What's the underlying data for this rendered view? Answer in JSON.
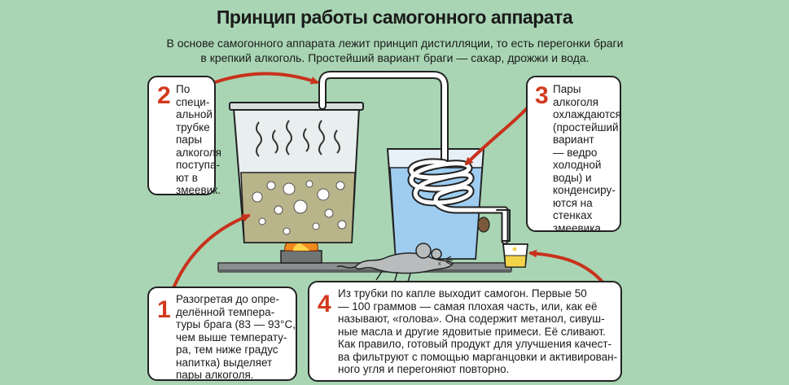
{
  "title": "Принцип работы самогонного аппарата",
  "subtitle": "В основе самогонного аппарата лежит принцип дистилляции, то есть перегонки браги\nв крепкий алкоголь. Простейший вариант браги — сахар, дрожжи и вода.",
  "steps": [
    {
      "number": "1",
      "text": "Разогретая до опре-\nделённой темпера-\nтуры брага (83 — 93°С,\nчем выше температу-\nра, тем ниже градус\nнапитка) выделяет\nпары алкоголя."
    },
    {
      "number": "2",
      "text": "По\nспеци-\nальной\nтрубке\nпары\nалкоголя\nпоступа-\nют в\nзмеевик."
    },
    {
      "number": "3",
      "text": "Пары\nалкоголя\nохлаждаются\n(простейший\nвариант\n— ведро\nхолодной\nводы) и\nконденсиру-\nются на\nстенках\nзмеевика."
    },
    {
      "number": "4",
      "text": "Из трубки по капле выходит самогон. Первые 50\n— 100 граммов — самая плохая часть, или, как её\nназывают, «голова». Она содержит метанол, сивуш-\nные масла и другие ядовитые примеси. Её сливают.\nКак правило, готовый продукт для улучшения качест-\nва фильтруют с помощью марганцовки и активирован-\nного угля и перегоняют повторно."
    }
  ],
  "colors": {
    "background": "#a9d5b4",
    "accent_number": "#d23a1e",
    "arrow": "#c8321c",
    "mash": "#b9b48a",
    "water": "#9ecdf0",
    "flame": "#f08a1e"
  },
  "icons": [
    "boiling-tank-illustration",
    "coil-condenser-illustration",
    "flame-icon",
    "mouse-illustration",
    "collection-glass-icon",
    "arrow-icon"
  ]
}
